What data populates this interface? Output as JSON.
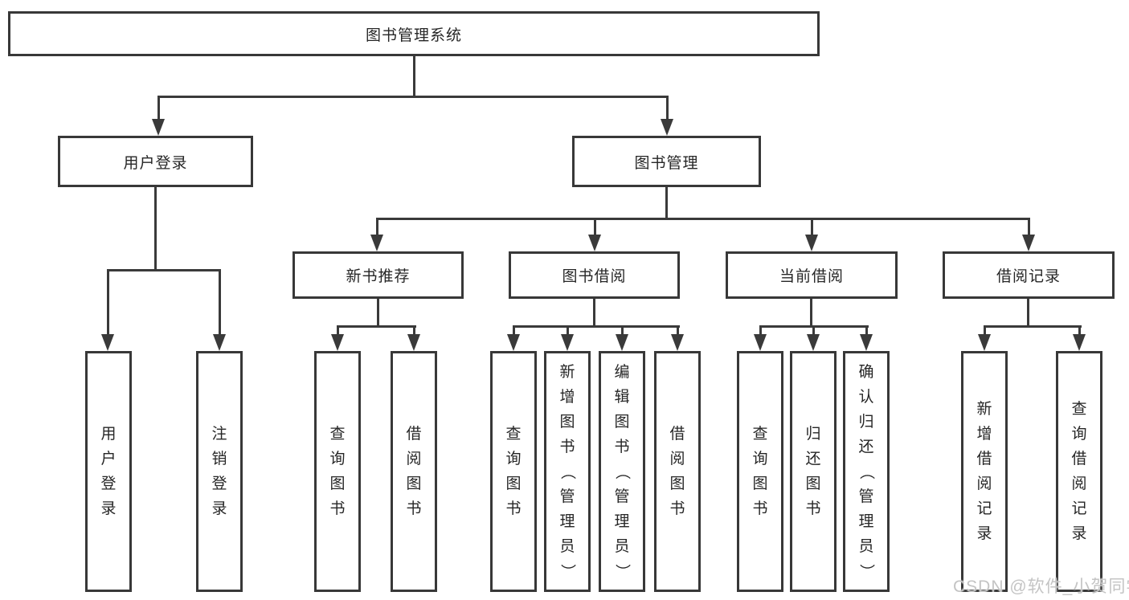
{
  "diagram_title": "图书管理系统",
  "tree": {
    "label": "图书管理系统",
    "children": [
      {
        "label": "用户登录",
        "children": [
          {
            "label": "用户登录"
          },
          {
            "label": "注销登录"
          }
        ]
      },
      {
        "label": "图书管理",
        "children": [
          {
            "label": "新书推荐",
            "children": [
              {
                "label": "查询图书"
              },
              {
                "label": "借阅图书"
              }
            ]
          },
          {
            "label": "图书借阅",
            "children": [
              {
                "label": "查询图书"
              },
              {
                "label": "新增图书（管理员）"
              },
              {
                "label": "编辑图书（管理员）"
              },
              {
                "label": "借阅图书"
              }
            ]
          },
          {
            "label": "当前借阅",
            "children": [
              {
                "label": "查询图书"
              },
              {
                "label": "归还图书"
              },
              {
                "label": "确认归还（管理员）"
              }
            ]
          },
          {
            "label": "借阅记录",
            "children": [
              {
                "label": "新增借阅记录"
              },
              {
                "label": "查询借阅记录"
              }
            ]
          }
        ]
      }
    ]
  },
  "watermark": {
    "text": "CSDN @软件_小贺同学"
  },
  "colors": {
    "line": "#3a3a3a",
    "box_border": "#383838",
    "text": "#262626",
    "watermark": "#c4c4c4",
    "background": "#ffffff"
  }
}
